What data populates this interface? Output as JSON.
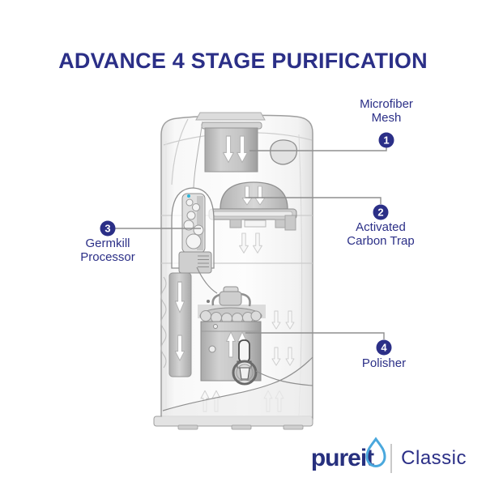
{
  "title": "ADVANCE 4 STAGE PURIFICATION",
  "stages": [
    {
      "number": "1",
      "label": "Microfiber\nMesh"
    },
    {
      "number": "2",
      "label": "Activated\nCarbon Trap"
    },
    {
      "number": "3",
      "label": "Germkill\nProcessor"
    },
    {
      "number": "4",
      "label": "Polisher"
    }
  ],
  "logo": {
    "brand": "pureit",
    "variant": "Classic"
  },
  "colors": {
    "navy": "#2b2f87",
    "drop_blue": "#4aa8dd",
    "connector_gray": "#8f8f8f"
  }
}
